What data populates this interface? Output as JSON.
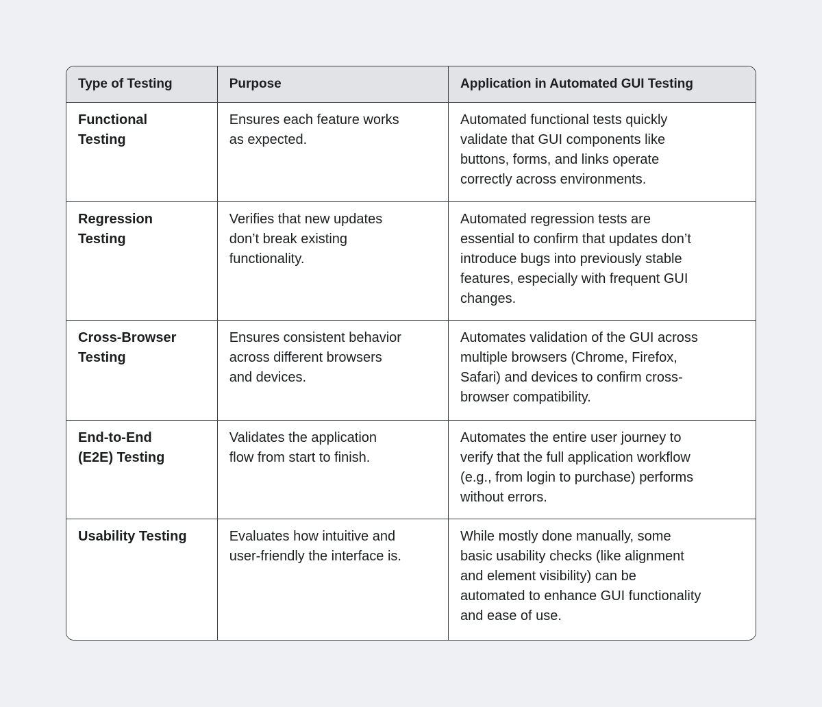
{
  "table": {
    "columns": [
      "Type of Testing",
      "Purpose",
      "Application in Automated GUI Testing"
    ],
    "rows": [
      {
        "type": "Functional\nTesting",
        "purpose": "Ensures each feature works\nas expected.",
        "application": "Automated functional tests quickly\nvalidate that GUI components like\nbuttons, forms, and links operate\ncorrectly across environments."
      },
      {
        "type": "Regression\nTesting",
        "purpose": "Verifies that new updates\ndon’t break existing\nfunctionality.",
        "application": "Automated regression tests are\nessential to confirm that updates don’t\nintroduce bugs into previously stable\nfeatures, especially with frequent GUI\nchanges."
      },
      {
        "type": "Cross-Browser\nTesting",
        "purpose": "Ensures consistent behavior\nacross different browsers\nand devices.",
        "application": "Automates validation of the GUI across\nmultiple browsers (Chrome, Firefox,\nSafari) and devices to confirm cross-\nbrowser compatibility."
      },
      {
        "type": "End-to-End\n(E2E) Testing",
        "purpose": "Validates the application\nflow from start to finish.",
        "application": "Automates the entire user journey to\nverify that the full application workflow\n(e.g., from login to purchase) performs\nwithout errors."
      },
      {
        "type": "Usability Testing",
        "purpose": "Evaluates how intuitive and\nuser-friendly the interface is.",
        "application": "While mostly done manually, some\nbasic usability checks (like alignment\nand element visibility) can be\nautomated to enhance GUI functionality\nand ease of use."
      }
    ],
    "colors": {
      "page_background": "#eef0f3",
      "header_background": "#e1e3e6",
      "cell_background": "#ffffff",
      "border": "#3d4043",
      "text": "#1b1d1f"
    }
  }
}
